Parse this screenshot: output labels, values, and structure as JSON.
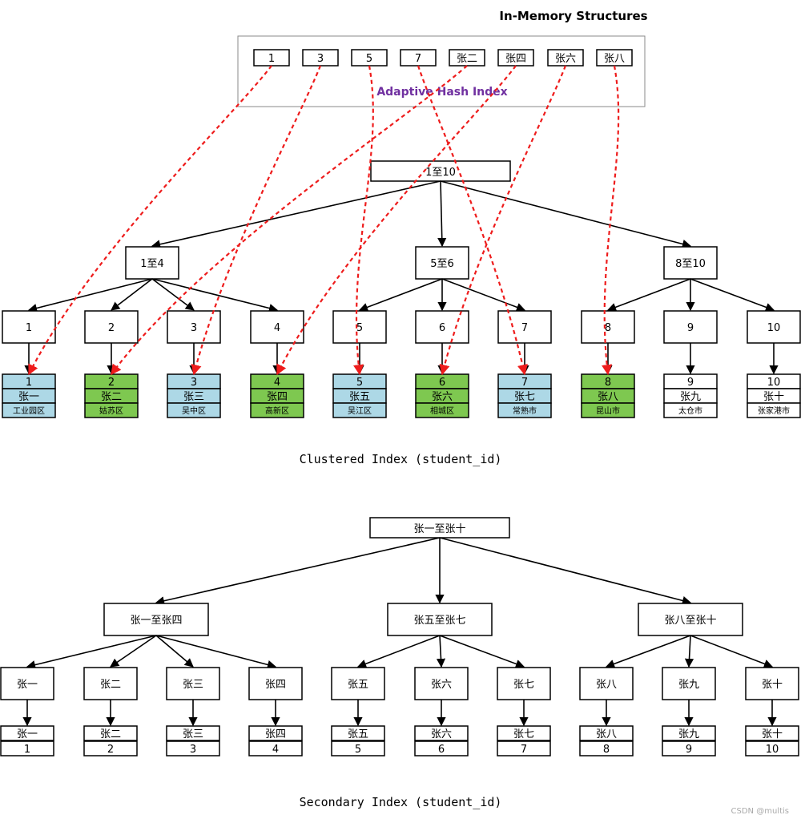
{
  "title": "In-Memory Structures",
  "ahi_label": "Adaptive Hash Index",
  "hash_keys": [
    "1",
    "3",
    "5",
    "7",
    "张二",
    "张四",
    "张六",
    "张八"
  ],
  "hash_links": [
    {
      "key": "1",
      "target": "1"
    },
    {
      "key": "3",
      "target": "3"
    },
    {
      "key": "5",
      "target": "5"
    },
    {
      "key": "7",
      "target": "7"
    },
    {
      "key": "张二",
      "target": "2"
    },
    {
      "key": "张四",
      "target": "4"
    },
    {
      "key": "张六",
      "target": "6"
    },
    {
      "key": "张八",
      "target": "8"
    }
  ],
  "clustered": {
    "root": "1至10",
    "mid": [
      "1至4",
      "5至6",
      "8至10"
    ],
    "leaves": [
      "1",
      "2",
      "3",
      "4",
      "5",
      "6",
      "7",
      "8",
      "9",
      "10"
    ],
    "records": [
      {
        "id": "1",
        "name": "张一",
        "area": "工业园区",
        "color": "#add8e6"
      },
      {
        "id": "2",
        "name": "张二",
        "area": "姑苏区",
        "color": "#7ec850"
      },
      {
        "id": "3",
        "name": "张三",
        "area": "吴中区",
        "color": "#add8e6"
      },
      {
        "id": "4",
        "name": "张四",
        "area": "高新区",
        "color": "#7ec850"
      },
      {
        "id": "5",
        "name": "张五",
        "area": "吴江区",
        "color": "#add8e6"
      },
      {
        "id": "6",
        "name": "张六",
        "area": "相城区",
        "color": "#7ec850"
      },
      {
        "id": "7",
        "name": "张七",
        "area": "常熟市",
        "color": "#add8e6"
      },
      {
        "id": "8",
        "name": "张八",
        "area": "昆山市",
        "color": "#7ec850"
      },
      {
        "id": "9",
        "name": "张九",
        "area": "太仓市",
        "color": "#ffffff"
      },
      {
        "id": "10",
        "name": "张十",
        "area": "张家港市",
        "color": "#ffffff"
      }
    ],
    "caption": "Clustered Index (student_id)"
  },
  "secondary": {
    "root": "张一至张十",
    "mid": [
      "张一至张四",
      "张五至张七",
      "张八至张十"
    ],
    "leaves": [
      "张一",
      "张二",
      "张三",
      "张四",
      "张五",
      "张六",
      "张七",
      "张八",
      "张九",
      "张十"
    ],
    "records": [
      {
        "name": "张一",
        "id": "1"
      },
      {
        "name": "张二",
        "id": "2"
      },
      {
        "name": "张三",
        "id": "3"
      },
      {
        "name": "张四",
        "id": "4"
      },
      {
        "name": "张五",
        "id": "5"
      },
      {
        "name": "张六",
        "id": "6"
      },
      {
        "name": "张七",
        "id": "7"
      },
      {
        "name": "张八",
        "id": "8"
      },
      {
        "name": "张九",
        "id": "9"
      },
      {
        "name": "张十",
        "id": "10"
      }
    ],
    "caption": "Secondary Index (student_id)"
  },
  "watermark": "CSDN @multis",
  "colors": {
    "link": "#ee1c1c",
    "accent": "#7030A0",
    "blue": "#add8e6",
    "green": "#7ec850"
  }
}
